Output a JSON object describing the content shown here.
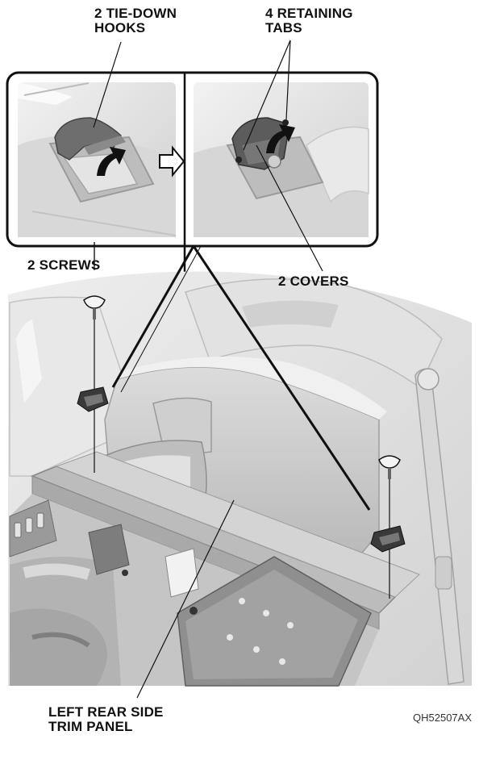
{
  "labels": {
    "tie_down_hooks": [
      "2 TIE-DOWN",
      "HOOKS"
    ],
    "retaining_tabs": [
      "4 RETAINING",
      "TABS"
    ],
    "screws": "2 SCREWS",
    "covers": "2 COVERS",
    "trim_panel": [
      "LEFT REAR SIDE",
      "TRIM PANEL"
    ]
  },
  "figure_code": "QH52507AX",
  "colors": {
    "line": "#111111",
    "panel_light": "#e6e6e6",
    "panel_mid": "#c9c9c9",
    "panel_dark": "#8c8c8c",
    "part_dark": "#3a3a3a"
  }
}
